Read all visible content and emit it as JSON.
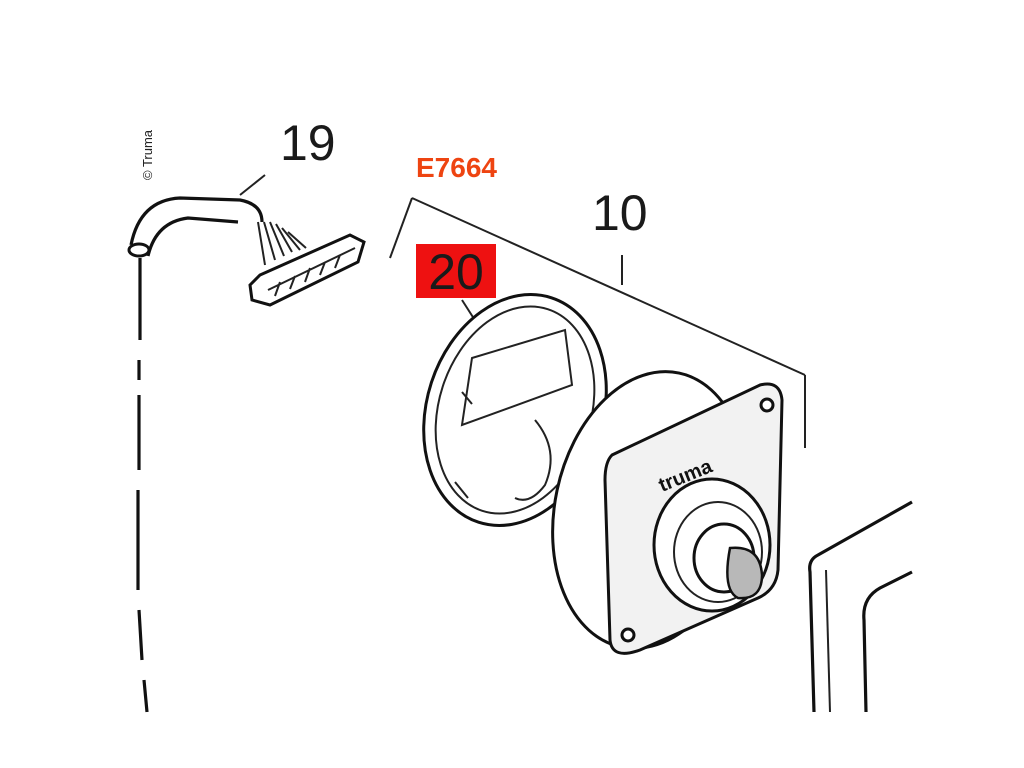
{
  "copyright": "© Truma",
  "callouts": {
    "cable": "19",
    "panel": "10",
    "cover": "20",
    "part_set": "E7664"
  },
  "brand_mark": "truma",
  "highlight_color": "#ee1111",
  "set_label_color": "#ee4411"
}
